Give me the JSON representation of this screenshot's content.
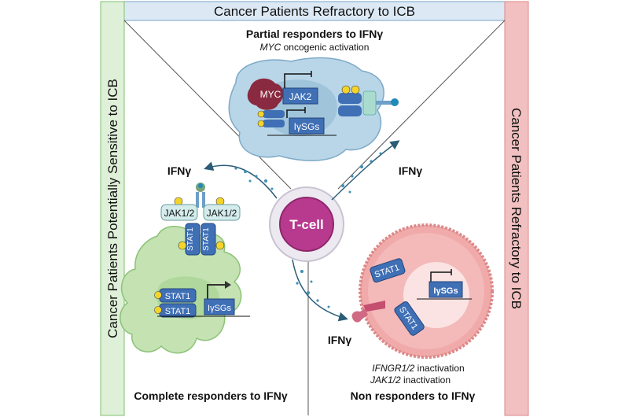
{
  "banners": {
    "top": "Cancer Patients Refractory to ICB",
    "left": "Cancer Patients Potentially Sensitive to ICB",
    "right": "Cancer Patients Refractory to ICB"
  },
  "center": {
    "tcell": "T-cell"
  },
  "partial": {
    "title": "Partial responders to IFNγ",
    "subtitle_gene": "MYC",
    "subtitle_rest": " oncogenic activation",
    "myc": "MYC",
    "jak2": "JAK2",
    "isgs": "IγSGs"
  },
  "complete": {
    "title": "Complete responders to IFNγ",
    "ifng": "IFNγ",
    "jak_left": "JAK1/2",
    "jak_right": "JAK1/2",
    "stat_v1": "STAT1",
    "stat_v2": "STAT1",
    "stat_h1": "STAT1",
    "stat_h2": "STAT1",
    "isgs": "IγSGs"
  },
  "non": {
    "title": "Non responders to IFNγ",
    "ifng_right": "IFNγ",
    "ifng_bottom": "IFNγ",
    "stat_a": "STAT1",
    "stat_b": "STAT1",
    "isgs": "IγSGs",
    "note1_gene": "IFNGR1/2",
    "note1_rest": " inactivation",
    "note2_gene": "JAK1/2",
    "note2_rest": " inactivation"
  },
  "colors": {
    "top_banner": "#dce9f5",
    "left_banner": "#dff0d8",
    "right_banner": "#f2c0c0",
    "cell_blue": "#b9d6e8",
    "cell_green": "#c4e2b2",
    "cell_red": "#f0aaaa",
    "tcell": "#b83a8e",
    "protein": "#3f6fb5",
    "yellow": "#f5d42a"
  }
}
